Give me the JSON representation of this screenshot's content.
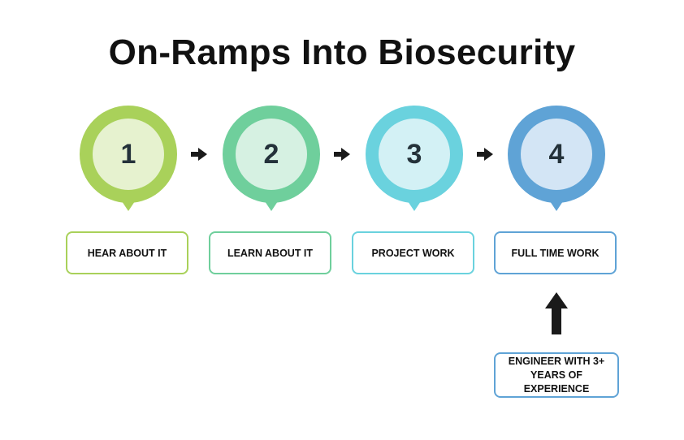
{
  "title": "On-Ramps Into Biosecurity",
  "steps": [
    {
      "number": "1",
      "label": "HEAR ABOUT IT",
      "outer_color": "#a9d15a",
      "inner_color": "#e6f2cf",
      "border_color": "#a9d15a"
    },
    {
      "number": "2",
      "label": "LEARN ABOUT IT",
      "outer_color": "#6fcf9c",
      "inner_color": "#d6f1e2",
      "border_color": "#6fcf9c"
    },
    {
      "number": "3",
      "label": "PROJECT WORK",
      "outer_color": "#6ad2de",
      "inner_color": "#d3f1f5",
      "border_color": "#6ad2de"
    },
    {
      "number": "4",
      "label": "FULL TIME WORK",
      "outer_color": "#5fa3d6",
      "inner_color": "#d3e5f5",
      "border_color": "#5fa3d6"
    }
  ],
  "side_entry": {
    "label": "ENGINEER WITH 3+ YEARS OF EXPERIENCE",
    "border_color": "#5fa3d6",
    "target_step": "4"
  }
}
